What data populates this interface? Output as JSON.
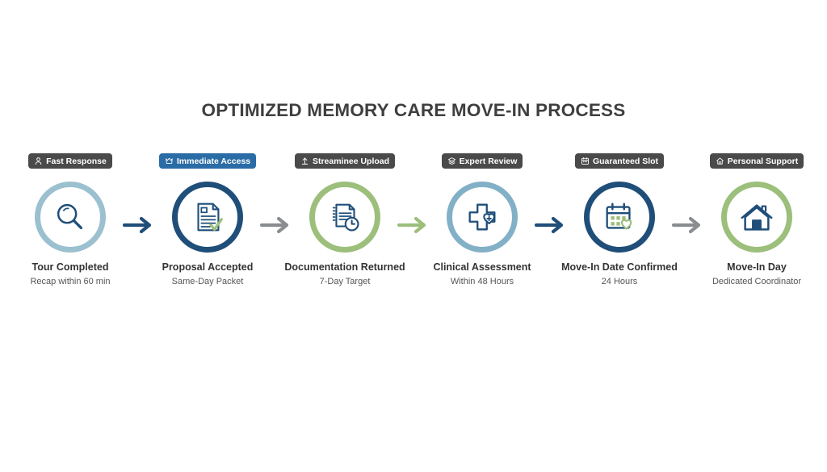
{
  "title": "OPTIMIZED MEMORY CARE MOVE-IN PROCESS",
  "colors": {
    "background": "#ffffff",
    "title_text": "#3f3f3f",
    "badge_default_bg": "#4a4a4a",
    "badge_highlight_bg": "#2a6ca6",
    "badge_text": "#ffffff",
    "navy": "#1f4e79",
    "steel_blue": "#9bc0cf",
    "green": "#9cbf7c",
    "gray": "#8a8d90",
    "step_title_text": "#333333",
    "step_sub_text": "#555555"
  },
  "steps": [
    {
      "badge": {
        "label": "Fast Response",
        "icon": "person-icon",
        "style": "dark"
      },
      "circle": {
        "ring_color": "#9bc0cf",
        "icon": "magnifier-icon"
      },
      "title": "Tour Completed",
      "subtitle": "Recap within 60 min"
    },
    {
      "badge": {
        "label": "Immediate Access",
        "icon": "crown-icon",
        "style": "blue"
      },
      "circle": {
        "ring_color": "#1f4e79",
        "icon": "document-check-icon"
      },
      "title": "Proposal Accepted",
      "subtitle": "Same-Day Packet"
    },
    {
      "badge": {
        "label": "Streaminee Upload",
        "icon": "upload-icon",
        "style": "dark"
      },
      "circle": {
        "ring_color": "#9cbf7c",
        "icon": "documents-clock-icon"
      },
      "title": "Documentation Returned",
      "subtitle": "7-Day Target"
    },
    {
      "badge": {
        "label": "Expert Review",
        "icon": "layers-icon",
        "style": "dark"
      },
      "circle": {
        "ring_color": "#82b0c6",
        "icon": "medical-cross-heart-icon"
      },
      "title": "Clinical Assessment",
      "subtitle": "Within 48 Hours"
    },
    {
      "badge": {
        "label": "Guaranteed Slot",
        "icon": "calendar-icon",
        "style": "dark"
      },
      "circle": {
        "ring_color": "#1f4e79",
        "icon": "calendar-heart-icon"
      },
      "title": "Move-In Date Confirmed",
      "subtitle": "24 Hours"
    },
    {
      "badge": {
        "label": "Personal Support",
        "icon": "home-icon",
        "style": "dark"
      },
      "circle": {
        "ring_color": "#9cbf7c",
        "icon": "house-icon"
      },
      "title": "Move-In Day",
      "subtitle": "Dedicated Coordinator"
    }
  ],
  "arrows": [
    {
      "color": "#1f4e79"
    },
    {
      "color": "#8a8d90"
    },
    {
      "color": "#9cbf7c"
    },
    {
      "color": "#1f4e79"
    },
    {
      "color": "#8a8d90"
    }
  ]
}
